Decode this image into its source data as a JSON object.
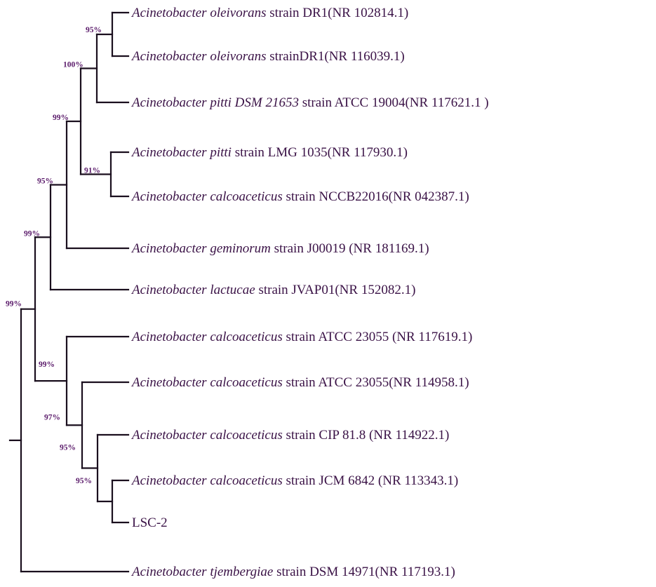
{
  "tree": {
    "leaves": [
      {
        "id": "l1",
        "species": "Acinetobacter oleivorans",
        "rest": " strain DR1(NR 102814.1)"
      },
      {
        "id": "l2",
        "species": "Acinetobacter oleivorans",
        "rest": " strainDR1(NR 116039.1)"
      },
      {
        "id": "l3",
        "species": "Acinetobacter pitti DSM 21653",
        "rest": " strain ATCC 19004(NR 117621.1 )"
      },
      {
        "id": "l4",
        "species": "Acinetobacter pitti",
        "rest": " strain LMG 1035(NR 117930.1)"
      },
      {
        "id": "l5",
        "species": "Acinetobacter calcoaceticus",
        "rest": " strain NCCB22016(NR 042387.1)"
      },
      {
        "id": "l6",
        "species": "Acinetobacter geminorum",
        "rest": " strain J00019 (NR 181169.1)"
      },
      {
        "id": "l7",
        "species": "Acinetobacter lactucae",
        "rest": " strain JVAP01(NR 152082.1)"
      },
      {
        "id": "l8",
        "species": "Acinetobacter calcoaceticus",
        "rest": " strain ATCC 23055 (NR 117619.1)"
      },
      {
        "id": "l9",
        "species": "Acinetobacter calcoaceticus",
        "rest": " strain ATCC 23055(NR 114958.1)"
      },
      {
        "id": "l10",
        "species": "Acinetobacter calcoaceticus",
        "rest": " strain CIP 81.8 (NR 114922.1)"
      },
      {
        "id": "l11",
        "species": "Acinetobacter calcoaceticus",
        "rest": " strain JCM 6842 (NR 113343.1)"
      },
      {
        "id": "l12",
        "species": "",
        "rest": "LSC-2"
      },
      {
        "id": "l13",
        "species": "Acinetobacter tjembergiae",
        "rest": " strain DSM 14971(NR 117193.1)"
      }
    ],
    "nodes": [
      {
        "id": "n_ole",
        "children": [
          "l1",
          "l2"
        ],
        "support": "95%"
      },
      {
        "id": "n_ole3",
        "children": [
          "n_ole",
          "l3"
        ],
        "support": "100%"
      },
      {
        "id": "n_pit",
        "children": [
          "l4",
          "l5"
        ],
        "support": "91%"
      },
      {
        "id": "n_a",
        "children": [
          "n_ole3",
          "n_pit"
        ],
        "support": "99%"
      },
      {
        "id": "n_gem",
        "children": [
          "n_a",
          "l6"
        ],
        "support": "95%"
      },
      {
        "id": "n_lac",
        "children": [
          "n_gem",
          "l7"
        ],
        "support": "99%"
      },
      {
        "id": "n_lsc",
        "children": [
          "l11",
          "l12"
        ],
        "support": "95%"
      },
      {
        "id": "n_cip",
        "children": [
          "l10",
          "n_lsc"
        ],
        "support": "95%"
      },
      {
        "id": "n_914",
        "children": [
          "l9",
          "n_cip"
        ],
        "support": "97%"
      },
      {
        "id": "n_calc",
        "children": [
          "l8",
          "n_914"
        ],
        "support": "99%"
      },
      {
        "id": "n_upper",
        "children": [
          "n_lac",
          "n_calc"
        ],
        "support": "99%"
      },
      {
        "id": "root",
        "children": [
          "n_upper",
          "l13"
        ],
        "support": ""
      }
    ]
  }
}
